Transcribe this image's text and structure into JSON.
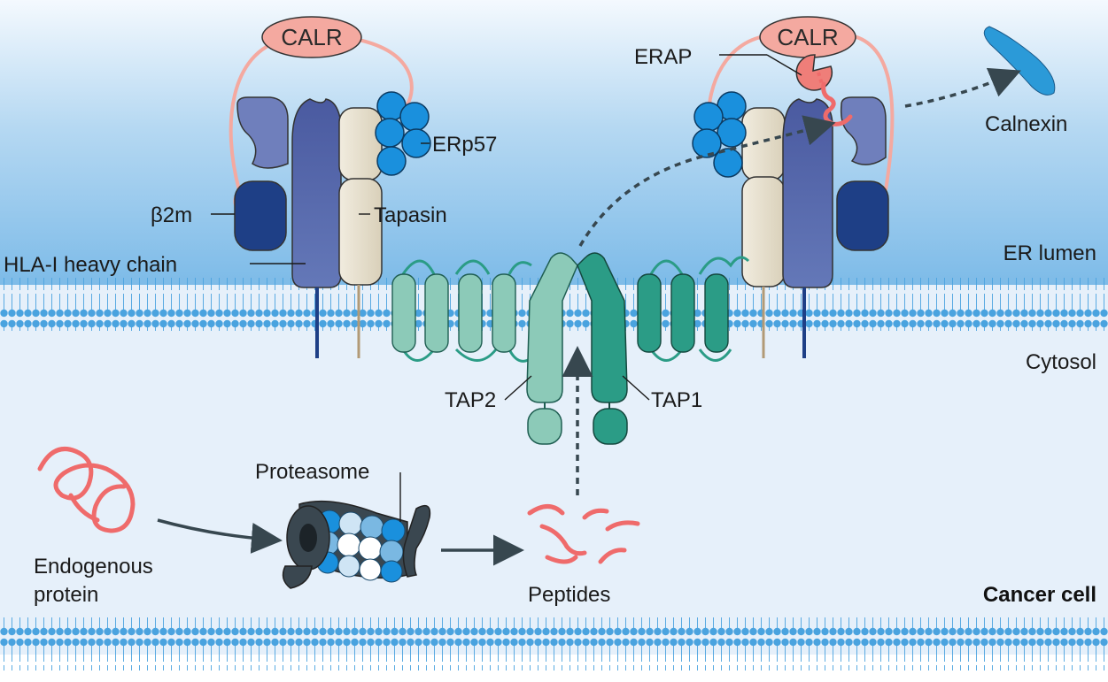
{
  "labels": {
    "calr_left": "CALR",
    "calr_right": "CALR",
    "erap": "ERAP",
    "calnexin": "Calnexin",
    "erp57": "ERp57",
    "b2m": "β2m",
    "tapasin": "Tapasin",
    "hla": "HLA-I heavy chain",
    "er_lumen": "ER lumen",
    "cytosol": "Cytosol",
    "tap2": "TAP2",
    "tap1": "TAP1",
    "proteasome": "Proteasome",
    "endogenous_line1": "Endogenous",
    "endogenous_line2": "protein",
    "peptides": "Peptides",
    "cancer_cell": "Cancer cell"
  },
  "colors": {
    "er_gradient_top": "#5aa8e0",
    "er_gradient_bottom": "#e8f2fb",
    "cytosol_bg": "#e6f0fa",
    "lipid_head": "#4aa3df",
    "calr": "#f4a9a0",
    "hla_heavy": "#5566a8",
    "b2m": "#1e3f86",
    "tapasin": "#e8e1cf",
    "erp57": "#1a90dd",
    "tap2": "#8ccab8",
    "tap1": "#2b9c86",
    "peptide": "#ef6b6b",
    "calnexin": "#2b9ad8",
    "arrow": "#37474f"
  }
}
